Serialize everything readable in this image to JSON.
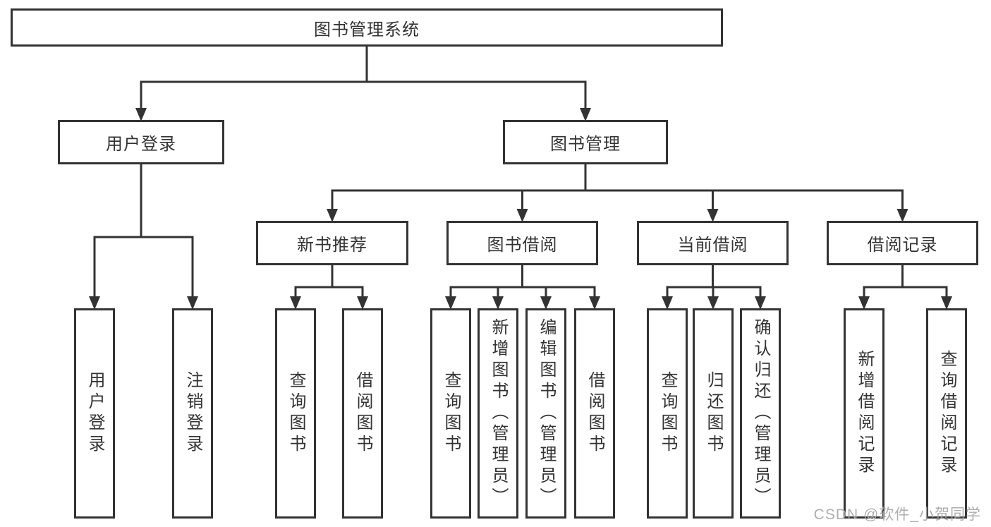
{
  "diagram": {
    "watermark": "CSDN @软件_小贺同学",
    "colors": {
      "line": "#333333",
      "box_border": "#333333",
      "box_background": "#ffffff",
      "text": "#333333",
      "watermark": "#a8a8a8",
      "background": "#ffffff"
    },
    "nodes": [
      {
        "id": "root",
        "label": "图书管理系统",
        "text_direction": "horizontal",
        "children": [
          "user-login",
          "book-mgmt"
        ]
      },
      {
        "id": "user-login",
        "label": "用户登录",
        "text_direction": "horizontal",
        "children": [
          "leaf-user-login",
          "leaf-logout"
        ]
      },
      {
        "id": "book-mgmt",
        "label": "图书管理",
        "text_direction": "horizontal",
        "children": [
          "new-book-rec",
          "book-borrow",
          "current-borrow",
          "borrow-record"
        ]
      },
      {
        "id": "new-book-rec",
        "label": "新书推荐",
        "text_direction": "horizontal",
        "children": [
          "leaf-query-book-1",
          "leaf-borrow-book-1"
        ]
      },
      {
        "id": "book-borrow",
        "label": "图书借阅",
        "text_direction": "horizontal",
        "children": [
          "leaf-query-book-2",
          "leaf-add-book",
          "leaf-edit-book",
          "leaf-borrow-book-2"
        ]
      },
      {
        "id": "current-borrow",
        "label": "当前借阅",
        "text_direction": "horizontal",
        "children": [
          "leaf-query-book-3",
          "leaf-return-book",
          "leaf-confirm-return"
        ]
      },
      {
        "id": "borrow-record",
        "label": "借阅记录",
        "text_direction": "horizontal",
        "children": [
          "leaf-add-record",
          "leaf-query-record"
        ]
      },
      {
        "id": "leaf-user-login",
        "label": "用户登录",
        "text_direction": "vertical",
        "children": []
      },
      {
        "id": "leaf-logout",
        "label": "注销登录",
        "text_direction": "vertical",
        "children": []
      },
      {
        "id": "leaf-query-book-1",
        "label": "查询图书",
        "text_direction": "vertical",
        "children": []
      },
      {
        "id": "leaf-borrow-book-1",
        "label": "借阅图书",
        "text_direction": "vertical",
        "children": []
      },
      {
        "id": "leaf-query-book-2",
        "label": "查询图书",
        "text_direction": "vertical",
        "children": []
      },
      {
        "id": "leaf-add-book",
        "label": "新增图书（管理员）",
        "text_direction": "vertical",
        "children": []
      },
      {
        "id": "leaf-edit-book",
        "label": "编辑图书（管理员）",
        "text_direction": "vertical",
        "children": []
      },
      {
        "id": "leaf-borrow-book-2",
        "label": "借阅图书",
        "text_direction": "vertical",
        "children": []
      },
      {
        "id": "leaf-query-book-3",
        "label": "查询图书",
        "text_direction": "vertical",
        "children": []
      },
      {
        "id": "leaf-return-book",
        "label": "归还图书",
        "text_direction": "vertical",
        "children": []
      },
      {
        "id": "leaf-confirm-return",
        "label": "确认归还（管理员）",
        "text_direction": "vertical",
        "children": []
      },
      {
        "id": "leaf-add-record",
        "label": "新增借阅记录",
        "text_direction": "vertical",
        "children": []
      },
      {
        "id": "leaf-query-record",
        "label": "查询借阅记录",
        "text_direction": "vertical",
        "children": []
      }
    ]
  }
}
